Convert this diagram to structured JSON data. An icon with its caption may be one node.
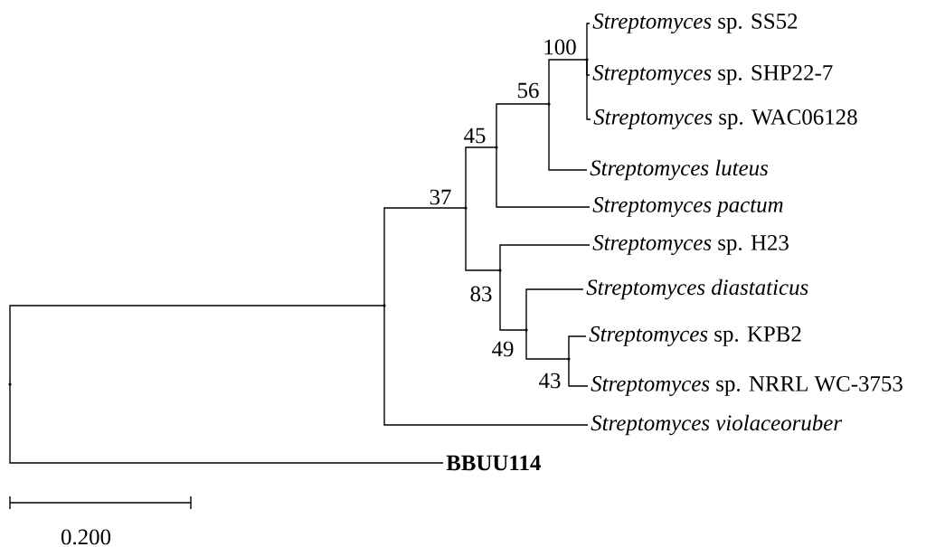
{
  "diagram": {
    "nodes": [
      {
        "text": [
          "*Streptomyces* sp. SS52"
        ]
      },
      {
        "text": [
          "*Streptomyces* sp. SHP22-7"
        ]
      },
      {
        "text": [
          "*Streptomyces* sp. WAC06128"
        ]
      },
      {
        "text": [
          "Streptomyces luteus"
        ]
      },
      {
        "text": [
          "Streptomyces pactum"
        ]
      },
      {
        "text": [
          "*Streptomyces* sp. H23"
        ]
      },
      {
        "text": [
          "Streptomyces diastaticus"
        ]
      },
      {
        "text": [
          "*Streptomyces* sp. KPB2"
        ]
      },
      {
        "text": [
          "*Streptomyces* sp. NRRL WC-3753"
        ]
      },
      {
        "text": [
          "Streptomyces violaceoruber"
        ]
      },
      {
        "text": [
          "BBUU114"
        ]
      },
      {
        "text": [],
        "shape": "point",
        "beside": [
          "100"
        ]
      },
      {
        "text": [],
        "shape": "point",
        "beside": [
          "56"
        ]
      },
      {
        "text": [],
        "shape": "point",
        "beside": [
          "45"
        ]
      },
      {
        "text": [],
        "shape": "point",
        "beside": [
          "37"
        ]
      },
      {
        "text": [],
        "shape": "point",
        "beside": [
          "83"
        ]
      },
      {
        "text": [],
        "shape": "point",
        "beside": [
          "49"
        ]
      },
      {
        "text": [],
        "shape": "point",
        "beside": [
          "43"
        ]
      },
      {
        "text": [],
        "shape": "point"
      },
      {
        "text": [],
        "shape": "point"
      }
    ],
    "edges": [
      {
        "from": 19,
        "to": 18,
        "arrow": "none"
      },
      {
        "from": 19,
        "to": 10,
        "arrow": "none"
      },
      {
        "from": 18,
        "to": 14,
        "arrow": "none"
      },
      {
        "from": 18,
        "to": 9,
        "arrow": "none"
      },
      {
        "from": 14,
        "to": 13,
        "arrow": "none"
      },
      {
        "from": 14,
        "to": 15,
        "arrow": "none"
      },
      {
        "from": 13,
        "to": 12,
        "arrow": "none"
      },
      {
        "from": 13,
        "to": 4,
        "arrow": "none"
      },
      {
        "from": 12,
        "to": 11,
        "arrow": "none"
      },
      {
        "from": 12,
        "to": 3,
        "arrow": "none"
      },
      {
        "from": 11,
        "to": 0,
        "arrow": "none"
      },
      {
        "from": 11,
        "to": 1,
        "arrow": "none"
      },
      {
        "from": 11,
        "to": 2,
        "arrow": "none"
      },
      {
        "from": 15,
        "to": 5,
        "arrow": "none"
      },
      {
        "from": 15,
        "to": 16,
        "arrow": "none"
      },
      {
        "from": 16,
        "to": 6,
        "arrow": "none"
      },
      {
        "from": 16,
        "to": 17,
        "arrow": "none"
      },
      {
        "from": 17,
        "to": 7,
        "arrow": "none"
      },
      {
        "from": 17,
        "to": 8,
        "arrow": "none"
      }
    ],
    "labels": [
      "0.200"
    ]
  }
}
